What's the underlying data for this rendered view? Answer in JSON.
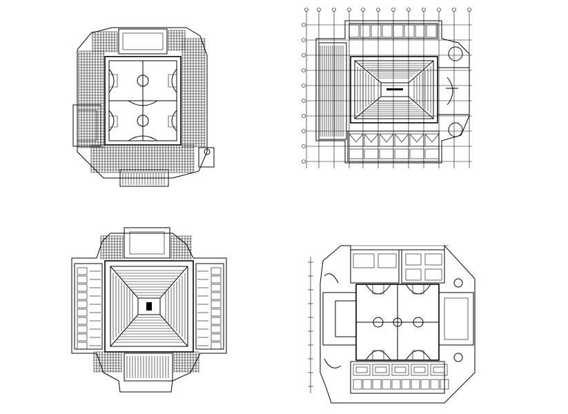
{
  "drawing": {
    "background": "#ffffff",
    "line_color": "#000000",
    "panels": [
      {
        "id": "plan-top-left",
        "kind": "court-level floor plan with two basketball courts"
      },
      {
        "id": "plan-top-right",
        "kind": "seating plan with dimension grid"
      },
      {
        "id": "plan-bottom-left",
        "kind": "tiered seating bowl plan"
      },
      {
        "id": "plan-bottom-right",
        "kind": "ground floor plan with twin basketball courts"
      }
    ]
  }
}
